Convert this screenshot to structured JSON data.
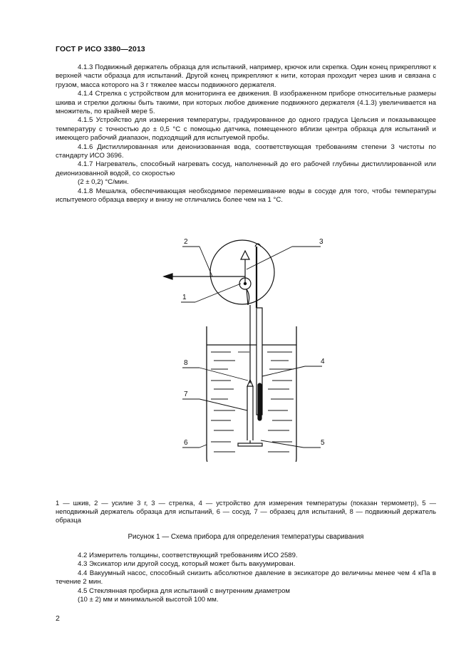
{
  "header": {
    "title": "ГОСТ Р ИСО 3380—2013"
  },
  "paragraphs_top": [
    "4.1.3 Подвижный держатель образца для испытаний, например, крючок или скрепка. Один конец прикрепляют к верхней части образца для испытаний. Другой конец прикрепляют к нити, которая проходит через шкив и связана с грузом, масса которого на 3 г тяжелее массы подвижного держателя.",
    "4.1.4 Стрелка с устройством для мониторинга ее движения. В изображенном приборе относительные размеры шкива и стрелки должны быть такими, при которых любое движение подвижного держателя (4.1.3) увеличивается на множитель, по крайней мере 5.",
    "4.1.5 Устройство для измерения температуры, градуированное до одного градуса Цельсия и показывающее температуру с точностью до ± 0,5 °С с помощью датчика, помещенного вблизи центра образца для испытаний и имеющего рабочий диапазон, подходящий для испытуемой пробы.",
    "4.1.6 Дистиллированная или деионизованная вода, соответствующая требованиям степени 3 чистоты по стандарту ИСО 3696.",
    "4.1.7 Нагреватель, способный нагревать сосуд, наполненный до его рабочей глубины дистиллированной или деионизованной водой, со скоростью",
    "(2 ± 0,2) °С/мин.",
    "4.1.8 Мешалка, обеспечивающая необходимое перемешивание воды в сосуде для того, чтобы температуры испытуемого образца вверху и внизу не отличались более чем на 1 °С."
  ],
  "figure": {
    "labels": [
      "1",
      "2",
      "3",
      "4",
      "5",
      "6",
      "7",
      "8"
    ],
    "caption": "1 — шкив, 2 — усилие 3 г, 3 — стрелка, 4 — устройство для измерения температуры (показан термометр), 5 — неподвижный держатель образца для испытаний, 6 — сосуд, 7 — образец для испытаний, 8 — подвижный держатель образца",
    "title": "Рисунок 1 — Схема прибора для определения температуры сваривания"
  },
  "paragraphs_bottom": [
    "4.2 Измеритель толщины, соответствующий требованиям ИСО 2589.",
    "4.3 Эксикатор или другой сосуд, который может быть вакуумирован.",
    "4.4 Вакуумный насос, способный снизить абсолютное давление в эксикаторе до величины менее чем 4 кПа в течение 2 мин.",
    "4.5 Стеклянная пробирка для испытаний  с  внутренним   диаметром",
    "(10 ± 2) мм и минимальной высотой 100 мм."
  ],
  "footer": {
    "page_number": "2"
  }
}
